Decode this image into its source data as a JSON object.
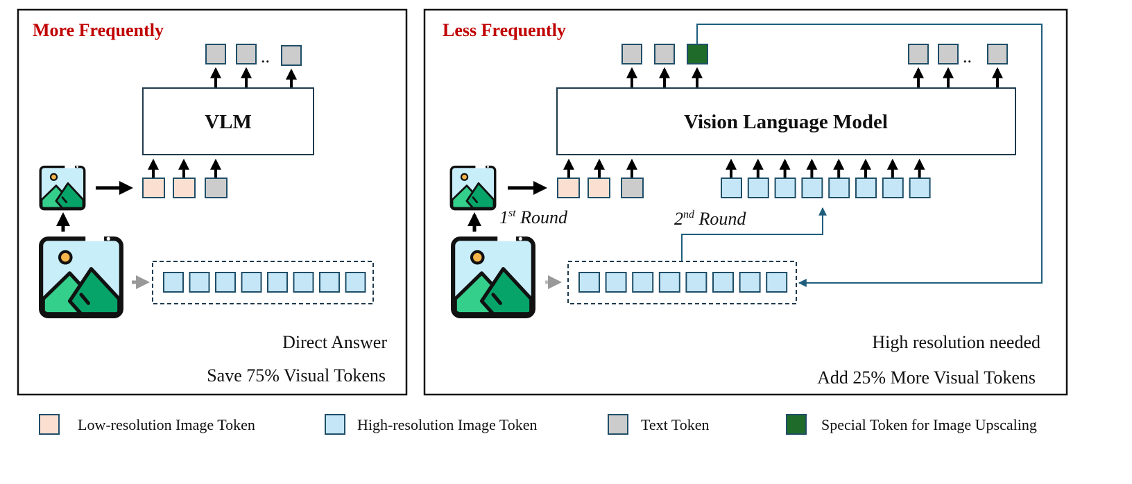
{
  "left_panel": {
    "title": "More Frequently",
    "model_label": "VLM",
    "ellipsis": "..",
    "note_line1": "Direct Answer",
    "note_line2": "Save 75% Visual Tokens"
  },
  "right_panel": {
    "title": "Less Frequently",
    "model_label": "Vision Language Model",
    "ellipsis": "..",
    "round1": {
      "num": "1",
      "sup": "st",
      "word": " Round"
    },
    "round2": {
      "num": "2",
      "sup": "nd",
      "word": " Round"
    },
    "note_line1": "High resolution needed",
    "note_line2": "Add 25% More Visual Tokens"
  },
  "legend": [
    {
      "label": "Low-resolution Image Token",
      "color": "#fbe0d2"
    },
    {
      "label": "High-resolution Image Token",
      "color": "#c4e6f6"
    },
    {
      "label": "Text Token",
      "color": "#cccccc"
    },
    {
      "label": "Special Token for Image Upscaling",
      "color": "#1e6b2a"
    }
  ],
  "colors": {
    "title_red": "#c00000",
    "low_res": "#fbe0d2",
    "high_res": "#c4e6f6",
    "text_token": "#cccccc",
    "special_token": "#1e6b2a",
    "connector": "#1f5e7d"
  }
}
